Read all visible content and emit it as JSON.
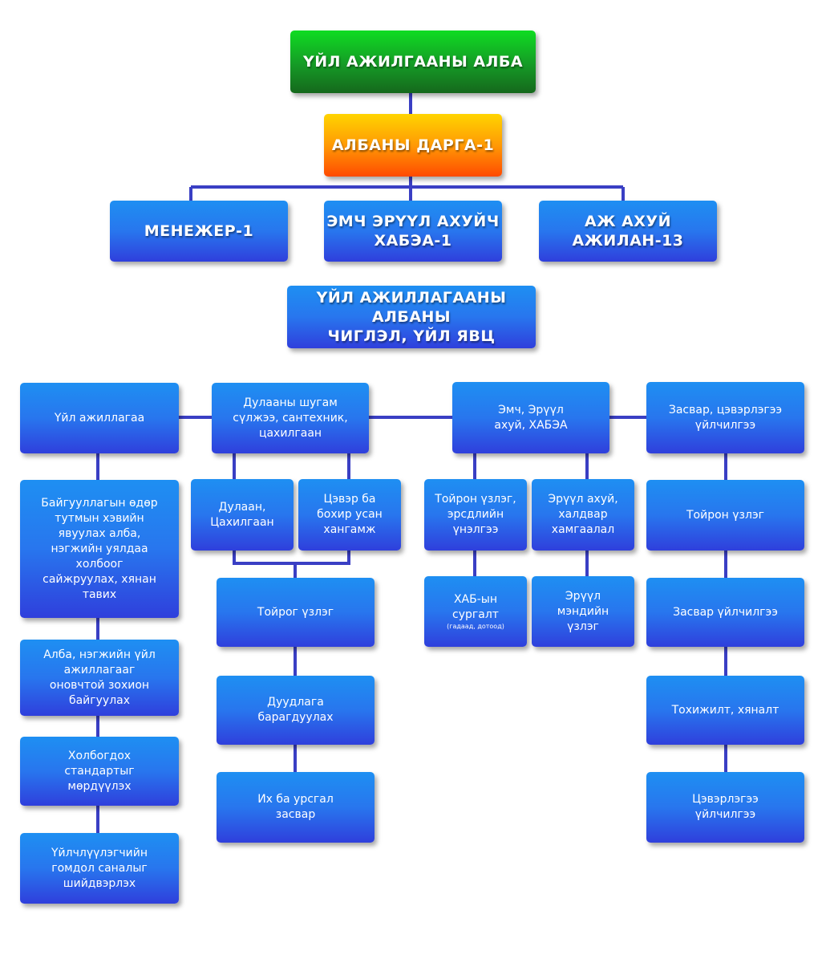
{
  "top": {
    "office": "ҮЙЛ АЖИЛГААНЫ АЛБА",
    "head": "АЛБАНЫ ДАРГА-1"
  },
  "staff": {
    "manager": "МЕНЕЖЕР-1",
    "health": "ЭМЧ ЭРҮҮЛ АХУЙЧ\nХАБЭА-1",
    "workers": "АЖ АХУЙ\nАЖИЛАН-13"
  },
  "section_title": "ҮЙЛ АЖИЛЛАГААНЫ АЛБАНЫ\nЧИГЛЭЛ, ҮЙЛ ЯВЦ",
  "operations": {
    "header": "Үйл ажиллагаа",
    "items": [
      "Байгууллагын өдөр\nтутмын хэвийн\nявуулах алба,\nнэгжийн уялдаа\nхолбоог\nсайжруулах, хянан\nтавих",
      "Алба, нэгжийн үйл\nажиллагааг\nоновчтой зохион\nбайгуулах",
      "Холбогдох\nстандартыг\nмөрдүүлэх",
      "Үйлчлүүлэгчийн\nгомдол саналыг\nшийдвэрлэх"
    ]
  },
  "utilities": {
    "header": "Дулааны шугам\nсүлжээ, сантехник,\nцахилгаан",
    "sub_left": "Дулаан,\nЦахилгаан",
    "sub_right": "Цэвэр ба\nбохир усан\nхангамж",
    "items": [
      "Тойрог үзлэг",
      "Дуудлага\nбарагдуулах",
      "Их ба урсгал\nзасвар"
    ]
  },
  "health": {
    "header": "Эмч, Эрүүл\nахуй, ХАБЭА",
    "sub_left": "Тойрон үзлэг,\nэрсдлийн\nүнэлгээ",
    "sub_right": "Эрүүл ахуй,\nхалдвар\nхамгаалал",
    "training": "ХАБ-ын\nсургалт",
    "training_note": "(гадаад, дотоод)",
    "checkup": "Эрүүл\nмэндийн\nүзлэг"
  },
  "maintenance": {
    "header": "Засвар, цэвэрлэгээ\nүйлчилгээ",
    "items": [
      "Тойрон үзлэг",
      "Засвар үйлчилгээ",
      "Тохижилт, хяналт",
      "Цэвэрлэгээ\nүйлчилгээ"
    ]
  },
  "colors": {
    "line": "#3a3fc4",
    "blue_top": "#1e8ff2",
    "blue_bottom": "#2f3fdc",
    "green": "#159a26",
    "orange": "#ff7a00"
  }
}
